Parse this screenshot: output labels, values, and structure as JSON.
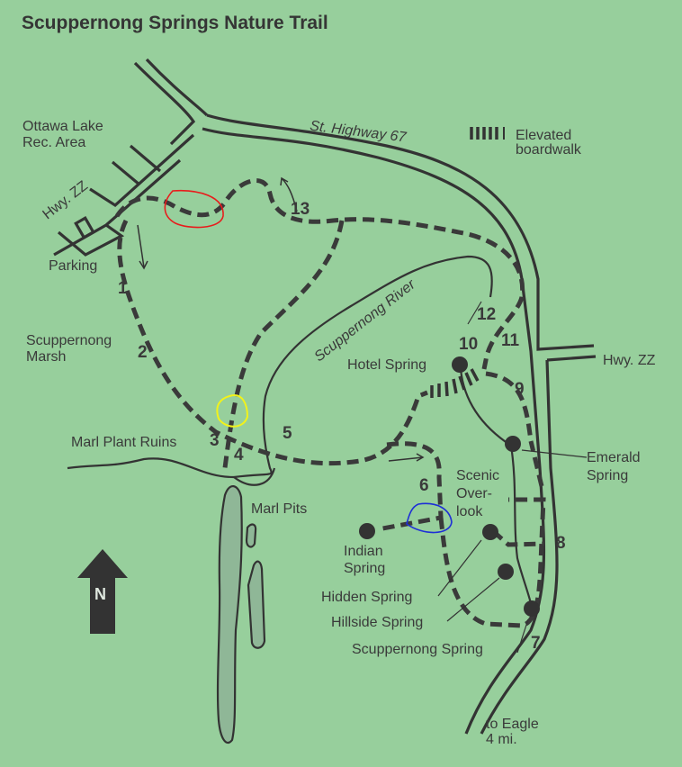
{
  "title": "Scuppernong Springs Nature Trail",
  "colors": {
    "background": "#97cf9c",
    "ink": "#333333",
    "marl_pit_fill": "#8fb797",
    "annotation_red": "#e81c1c",
    "annotation_yellow": "#f2f21a",
    "annotation_blue": "#1e2fd6"
  },
  "legend": {
    "symbol": "boardwalk-hatch",
    "line1": "Elevated",
    "line2": "boardwalk"
  },
  "roads": {
    "highway_67": "St. Highway 67",
    "hwy_zz_west": "Hwy. ZZ",
    "hwy_zz_east": "Hwy. ZZ",
    "to_eagle_line1": "to Eagle",
    "to_eagle_line2": "4 mi."
  },
  "places": {
    "ottawa_line1": "Ottawa Lake",
    "ottawa_line2": "Rec. Area",
    "parking": "Parking",
    "marsh_line1": "Scuppernong",
    "marsh_line2": "Marsh",
    "marl_plant_ruins": "Marl Plant Ruins",
    "marl_pits": "Marl Pits",
    "river": "Scuppernong River",
    "hotel_spring": "Hotel Spring",
    "emerald_line1": "Emerald",
    "emerald_line2": "Spring",
    "scenic_line1": "Scenic",
    "scenic_line2": "Over-",
    "scenic_line3": "look",
    "indian_line1": "Indian",
    "indian_line2": "Spring",
    "hidden_spring": "Hidden Spring",
    "hillside_spring": "Hillside Spring",
    "scuppernong_spring": "Scuppernong Spring"
  },
  "stops": [
    "1",
    "2",
    "3",
    "4",
    "5",
    "6",
    "7",
    "8",
    "9",
    "10",
    "11",
    "12",
    "13"
  ],
  "north_arrow": "N"
}
